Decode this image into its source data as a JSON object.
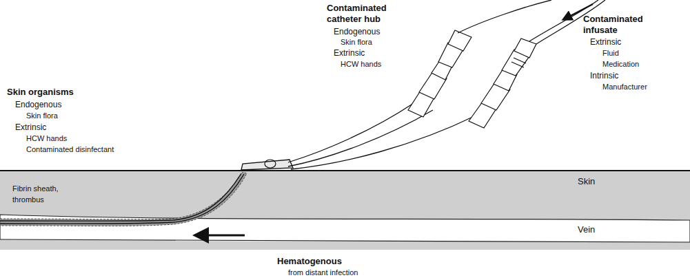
{
  "diagram": {
    "labels": [
      "Contaminated catheter hub",
      "Endogenous",
      "Skin flora",
      "Extrinsic",
      "HCW hands",
      "Contaminated infusate",
      "Extrinsic",
      "Fluid",
      "Medication",
      "Intrinsic",
      "Manufacturer",
      "Skin organisms",
      "Endogenous",
      "Skin flora",
      "Extrinsic",
      "HCW hands",
      "Contaminated disinfectant",
      "Skin",
      "Fibrin sheath, thrombus",
      "Vein",
      "Hematogenous",
      "from distant infection"
    ]
  }
}
